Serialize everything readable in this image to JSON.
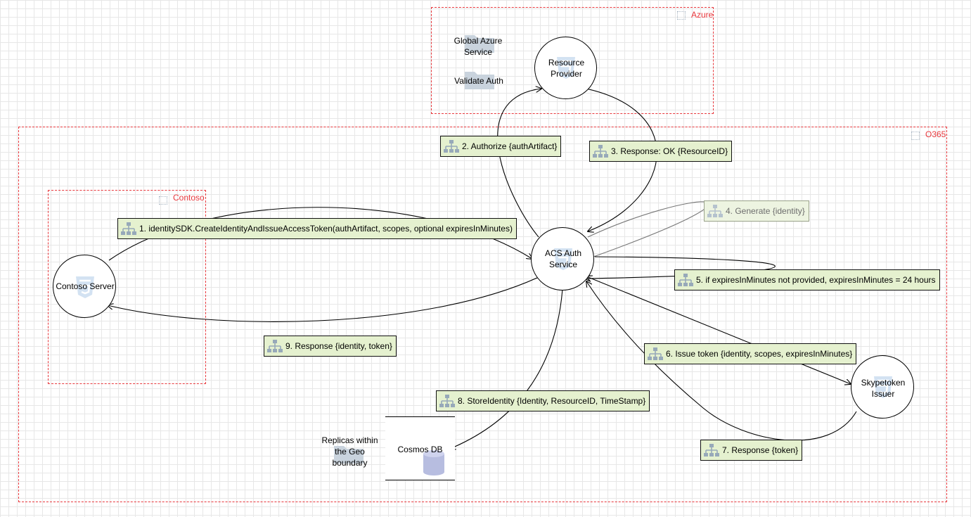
{
  "boundaries": {
    "azure": "Azure",
    "o365": "O365",
    "contoso": "Contoso"
  },
  "nodes": {
    "resource_provider": "Resource\nProvider",
    "acs_auth_service": "ACS Auth\nService",
    "contoso_server": "Contoso Server",
    "skypetoken_issuer": "Skypetoken\nIssuer",
    "cosmos_db": "Cosmos DB"
  },
  "external": {
    "global_azure_service": "Global Azure\nService",
    "validate_auth": "Validate Auth",
    "replicas": "Replicas within\nthe Geo\nboundary"
  },
  "flows": {
    "f1": "1. identitySDK.CreateIdentityAndIssueAccessToken(authArtifact, scopes, optional expiresInMinutes)",
    "f2": "2. Authorize {authArtifact}",
    "f3": "3. Response: OK {ResourceID}",
    "f4": "4. Generate {identity}",
    "f5": "5. if expiresInMinutes not provided, expiresInMinutes = 24 hours",
    "f6": "6. Issue token {identity, scopes, expiresInMinutes}",
    "f7": "7. Response {token}",
    "f8": "8. StoreIdentity {Identity, ResourceID, TimeStamp}",
    "f9": "9. Response {identity, token}"
  },
  "colors": {
    "boundary": "#e8383d",
    "flow_label_bg": "#e5f1cf",
    "icon": "#b7c6d6"
  }
}
